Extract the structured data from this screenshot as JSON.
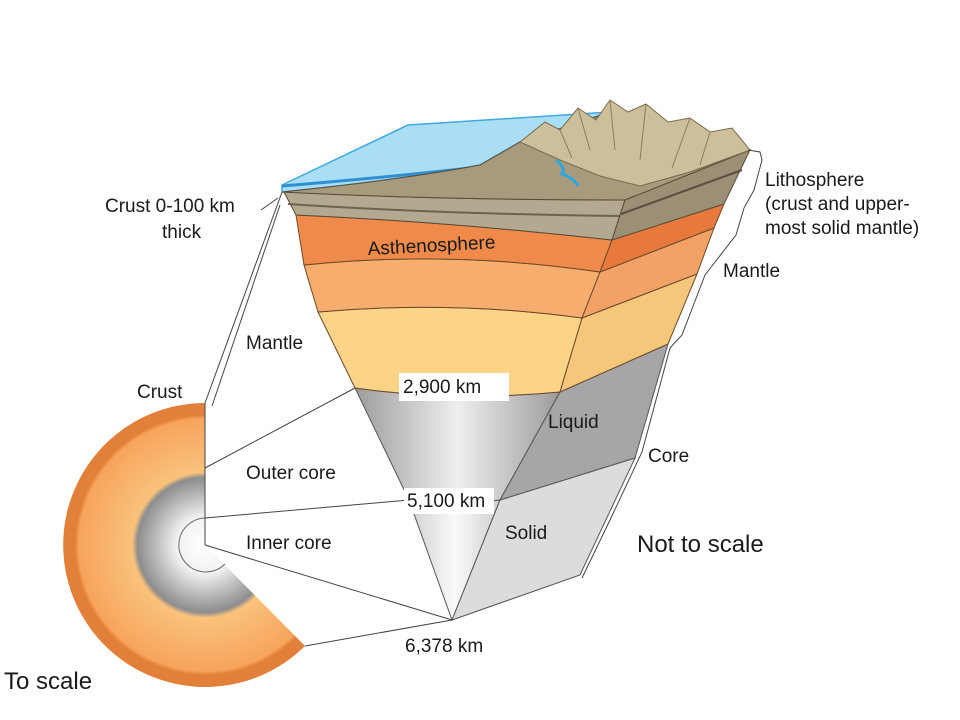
{
  "labels": {
    "crust_thick_line1": "Crust 0-100 km",
    "crust_thick_line2": "thick",
    "asthenosphere": "Asthenosphere",
    "lithosphere_line1": "Lithosphere",
    "lithosphere_line2": "(crust and upper-",
    "lithosphere_line3": "most solid mantle)",
    "mantle_right": "Mantle",
    "mantle_left": "Mantle",
    "crust": "Crust",
    "outer_core": "Outer core",
    "inner_core": "Inner core",
    "liquid": "Liquid",
    "solid": "Solid",
    "core": "Core",
    "not_to_scale": "Not to scale",
    "to_scale": "To scale"
  },
  "depths": {
    "mantle_core_boundary": "2,900 km",
    "outer_inner_boundary": "5,100 km",
    "center": "6,378 km"
  },
  "colors": {
    "ocean": "#a9def4",
    "ocean_edge": "#3fa9e0",
    "crust_land": "#a89a7c",
    "mountain": "#cdbf9c",
    "asthenosphere": "#f08a4a",
    "upper_mantle": "#f7ad6e",
    "lower_mantle": "#fbd488",
    "outer_core": "#bdbdbd",
    "inner_core": "#e4e4e4",
    "river": "#2aa6e2"
  }
}
